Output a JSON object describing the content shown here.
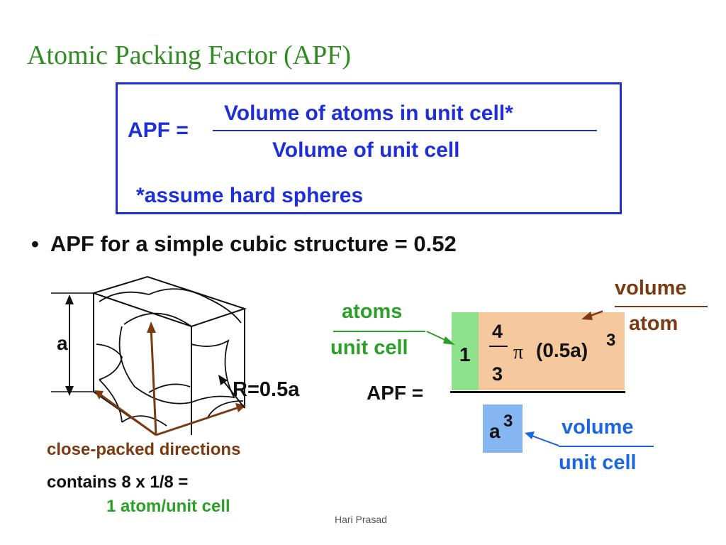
{
  "slide": {
    "title": "Atomic Packing Factor (APF)",
    "footer": "Hari Prasad"
  },
  "definition": {
    "lhs": "APF =",
    "numerator": "Volume of atoms in unit cell*",
    "denominator": "Volume of unit cell",
    "note": "*assume hard spheres"
  },
  "bullet": {
    "marker": "•",
    "text": "APF for a simple cubic structure = 0.52"
  },
  "cube": {
    "edge_label": "a",
    "radius_label": "R=0.5a",
    "directions_label": "close-packed directions",
    "contains_text": "contains 8 x 1/8 =",
    "atoms_text": "1 atom/unit cell"
  },
  "formula": {
    "lhs": "APF =",
    "atoms_num": "atoms",
    "atoms_den": "unit cell",
    "count": "1",
    "frac_num": "4",
    "frac_den": "3",
    "pi": "π",
    "radius_term": "(0.5a)",
    "radius_exp": "3",
    "volume_num": "volume",
    "volume_den": "atom",
    "denominator_base": "a",
    "denominator_exp": "3",
    "cell_volume_num": "volume",
    "cell_volume_den": "unit cell"
  },
  "colors": {
    "title": "#2e8b1f",
    "definition": "#1f2fd6",
    "brown": "#7a3b12",
    "green": "#2aa126",
    "blue": "#1b67e0",
    "green_fill": "#8ee28c",
    "orange_fill": "#f5c99d",
    "blue_fill": "#86b6f2"
  }
}
